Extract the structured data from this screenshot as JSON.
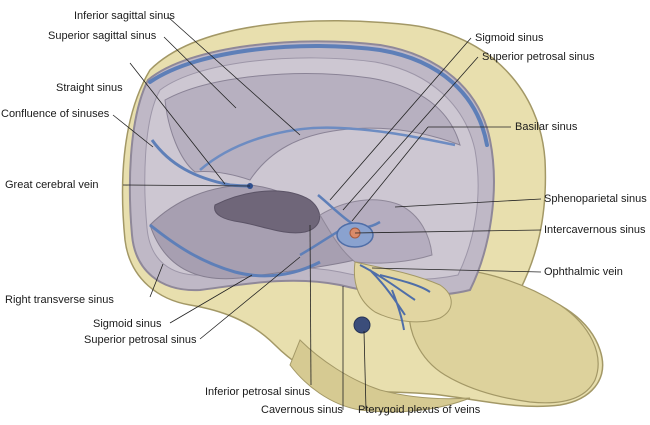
{
  "labels": {
    "inferior_sagittal_sinus": "Inferior sagittal sinus",
    "superior_sagittal_sinus": "Superior sagittal sinus",
    "straight_sinus": "Straight sinus",
    "confluence_of_sinuses": "Confluence of sinuses",
    "great_cerebral_vein": "Great cerebral vein",
    "right_transverse_sinus": "Right transverse sinus",
    "sigmoid_sinus_left": "Sigmoid sinus",
    "superior_petrosal_sinus_left": "Superior petrosal sinus",
    "inferior_petrosal_sinus": "Inferior petrosal sinus",
    "cavernous_sinus": "Cavernous sinus",
    "pterygoid_plexus": "Pterygoid plexus of veins",
    "sigmoid_sinus_right": "Sigmoid sinus",
    "superior_petrosal_sinus_right": "Superior petrosal sinus",
    "basilar_sinus": "Basilar sinus",
    "sphenoparietal_sinus": "Sphenoparietal sinus",
    "intercavernous_sinus": "Intercavernous sinus",
    "ophthalmic_vein": "Ophthalmic vein"
  },
  "colors": {
    "bone": "#e8dfae",
    "bone_shadow": "#cbbd83",
    "dura": "#c9c4cf",
    "dura_dark": "#8f8899",
    "sinus_blue": "#5e7fb8",
    "leader": "#222222"
  }
}
